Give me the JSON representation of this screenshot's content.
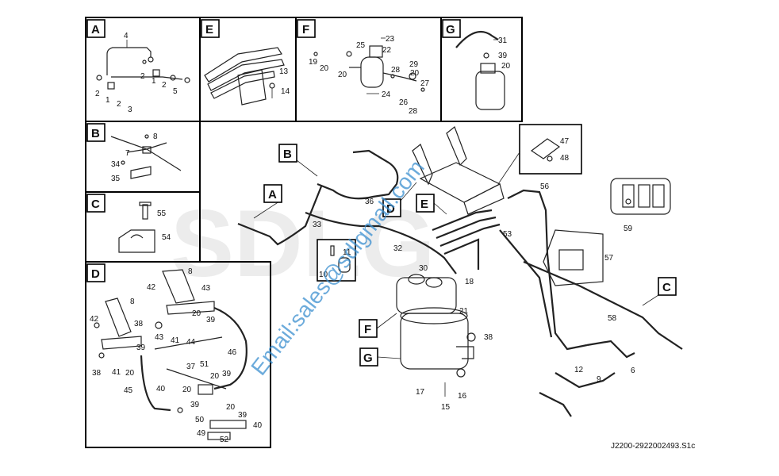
{
  "drawing_code": "J2200-2922002493.S1c",
  "watermark_email": "Email:sales@sdlgmall.com",
  "watermark_logo": "SDLG",
  "panels": {
    "A": "A",
    "B": "B",
    "C": "C",
    "D": "D",
    "E": "E",
    "F": "F",
    "G": "G"
  },
  "main_tags": {
    "A": "A",
    "B": "B",
    "C": "C",
    "D": "D",
    "E": "E",
    "F": "F",
    "G": "G"
  },
  "labels": {
    "a_4": "4",
    "a_2a": "2",
    "a_1a": "1",
    "a_2b": "2",
    "a_5": "5",
    "a_2c": "2",
    "a_1b": "1",
    "a_2d": "2",
    "a_3": "3",
    "b_8": "8",
    "b_7": "7",
    "b_34": "34",
    "b_35": "35",
    "c_55": "55",
    "c_54": "54",
    "e_13": "13",
    "e_14": "14",
    "f_23": "23",
    "f_25": "25",
    "f_22": "22",
    "f_19": "19",
    "f_20a": "20",
    "f_20b": "20",
    "f_29": "29",
    "f_28a": "28",
    "f_20c": "20",
    "f_27": "27",
    "f_24": "24",
    "f_26": "26",
    "f_28b": "28",
    "g_31": "31",
    "g_39": "39",
    "g_20": "20",
    "d_8a": "8",
    "d_42a": "42",
    "d_43a": "43",
    "d_8b": "8",
    "d_20a": "20",
    "d_42b": "42",
    "d_38a": "38",
    "d_39a": "39",
    "d_41a": "41",
    "d_43b": "43",
    "d_39b": "39",
    "d_44": "44",
    "d_46": "46",
    "d_38b": "38",
    "d_41b": "41",
    "d_20b": "20",
    "d_37": "37",
    "d_51": "51",
    "d_20c": "20",
    "d_39c": "39",
    "d_40a": "40",
    "d_20d": "20",
    "d_45": "45",
    "d_39d": "39",
    "d_20e": "20",
    "d_50": "50",
    "d_39e": "39",
    "d_40b": "40",
    "d_49": "49",
    "d_52": "52",
    "m_36": "36",
    "m_33": "33",
    "m_32": "32",
    "m_11": "11",
    "m_10": "10",
    "m_30": "30",
    "m_18": "18",
    "m_21": "21",
    "m_38": "38",
    "m_17": "17",
    "m_15": "15",
    "m_16": "16",
    "m_47": "47",
    "m_48": "48",
    "m_56": "56",
    "m_53": "53",
    "m_57": "57",
    "m_59": "59",
    "m_58": "58",
    "m_12": "12",
    "m_9": "9",
    "m_6": "6"
  }
}
